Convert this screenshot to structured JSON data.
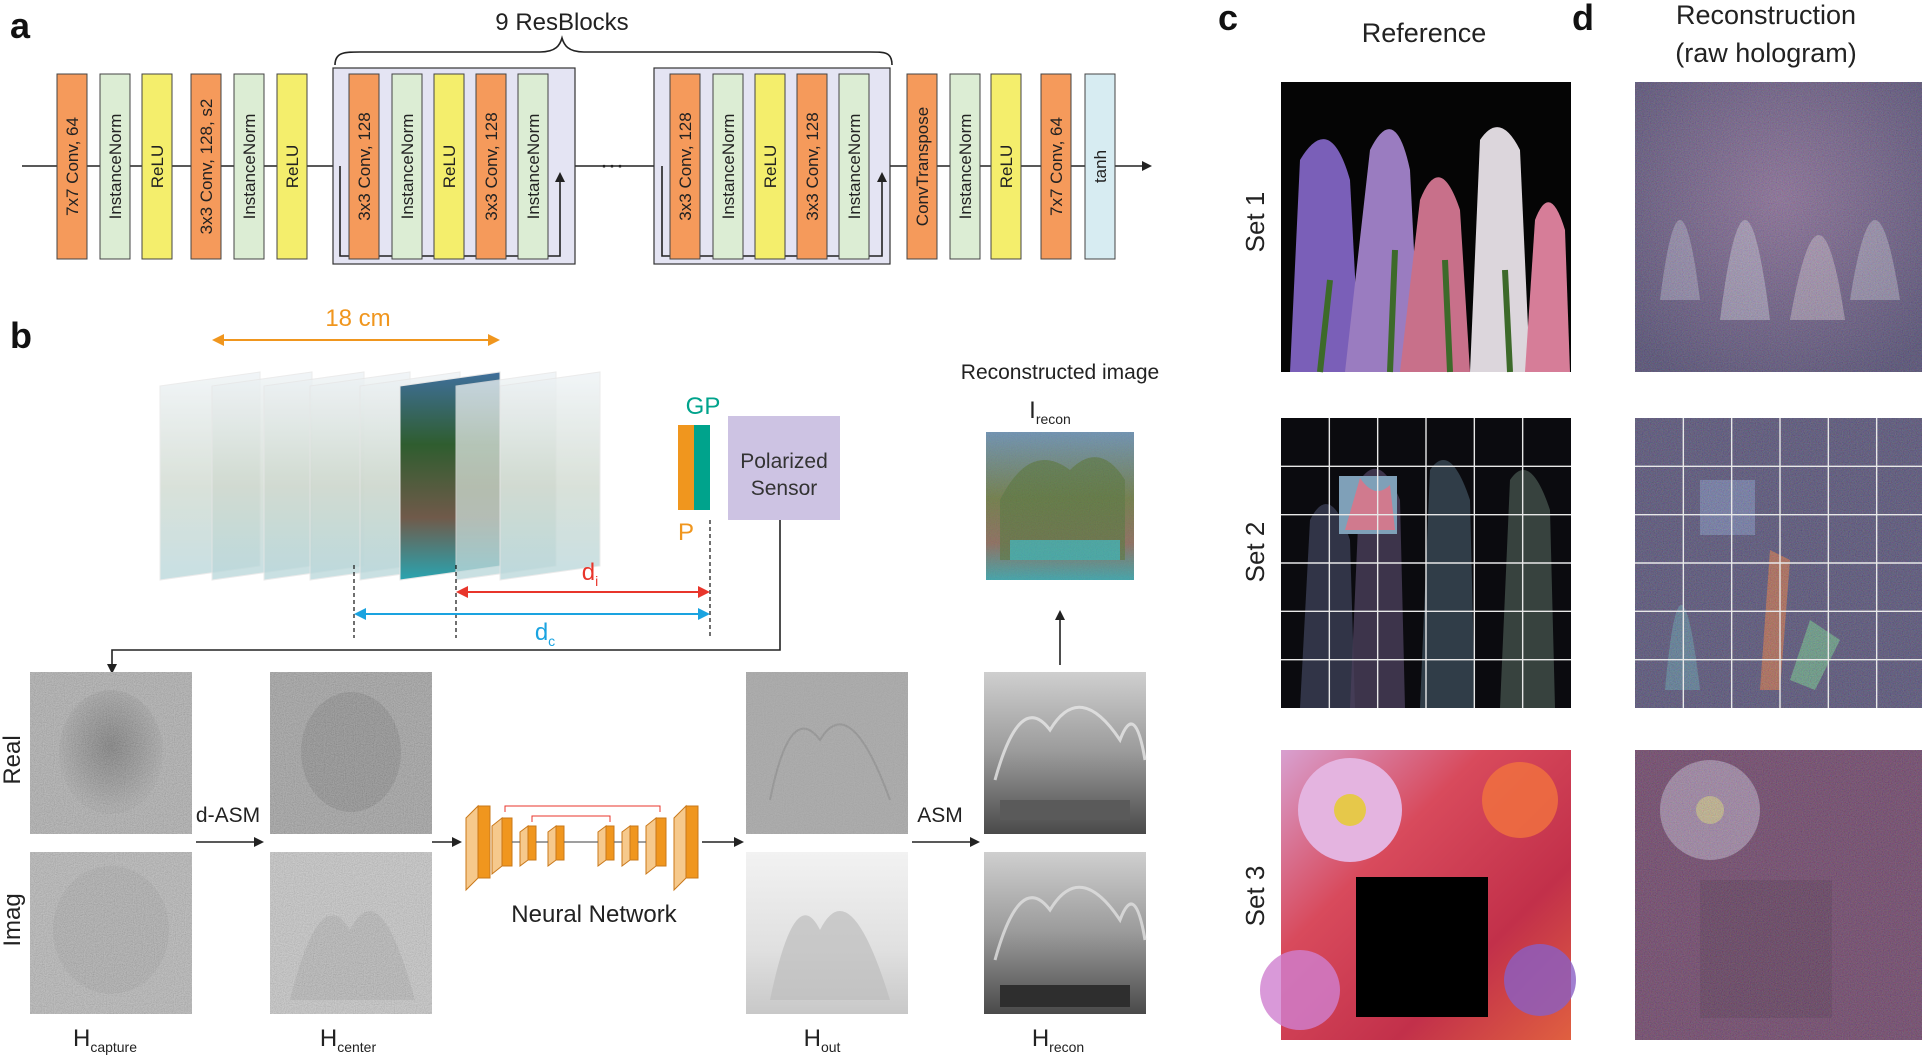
{
  "panels": {
    "a": "a",
    "b": "b",
    "c": "c",
    "d": "d"
  },
  "arch": {
    "resblocks_label": "9 ResBlocks",
    "ellipsis": "···",
    "blocks_left": [
      {
        "label": "7x7 Conv, 64",
        "kind": "conv"
      },
      {
        "label": "InstanceNorm",
        "kind": "norm"
      },
      {
        "label": "ReLU",
        "kind": "relu"
      },
      {
        "label": "3x3 Conv, 128, s2",
        "kind": "conv"
      },
      {
        "label": "InstanceNorm",
        "kind": "norm"
      },
      {
        "label": "ReLU",
        "kind": "relu"
      }
    ],
    "res_block": [
      {
        "label": "3x3 Conv, 128",
        "kind": "conv"
      },
      {
        "label": "InstanceNorm",
        "kind": "norm"
      },
      {
        "label": "ReLU",
        "kind": "relu"
      },
      {
        "label": "3x3 Conv, 128",
        "kind": "conv"
      },
      {
        "label": "InstanceNorm",
        "kind": "norm"
      }
    ],
    "blocks_right": [
      {
        "label": "ConvTranspose",
        "kind": "conv"
      },
      {
        "label": "InstanceNorm",
        "kind": "norm"
      },
      {
        "label": "ReLU",
        "kind": "relu"
      },
      {
        "label": "7x7 Conv, 64",
        "kind": "conv"
      },
      {
        "label": "tanh",
        "kind": "tanh"
      }
    ],
    "colors": {
      "conv": "#f59a5b",
      "norm": "#dcedd4",
      "relu": "#f4ee6c",
      "tanh": "#d7ecf2",
      "res_bg": "#e4e4f3"
    }
  },
  "pipeline": {
    "distance": "18 cm",
    "gp": "GP",
    "p": "P",
    "sensor": [
      "Polarized",
      "Sensor"
    ],
    "d_i": "d",
    "d_i_sub": "i",
    "d_c": "d",
    "d_c_sub": "c",
    "recon_title": "Reconstructed image",
    "i_recon": "I",
    "i_recon_sub": "recon",
    "row_real": "Real",
    "row_imag": "Imag",
    "d_asm": "d-ASM",
    "asm": "ASM",
    "nn": "Neural Network",
    "h_capture": "H",
    "h_capture_sub": "capture",
    "h_center": "H",
    "h_center_sub": "center",
    "h_out": "H",
    "h_out_sub": "out",
    "h_recon": "H",
    "h_recon_sub": "recon",
    "colors": {
      "orange": "#f0961e",
      "blue": "#1aa3e0",
      "red": "#e8352b",
      "teal": "#00a38c",
      "sensor": "#cdc3e3"
    }
  },
  "comparison": {
    "reference": "Reference",
    "reconstruction": [
      "Reconstruction",
      "(raw hologram)"
    ],
    "sets": [
      "Set 1",
      "Set 2",
      "Set 3"
    ]
  }
}
